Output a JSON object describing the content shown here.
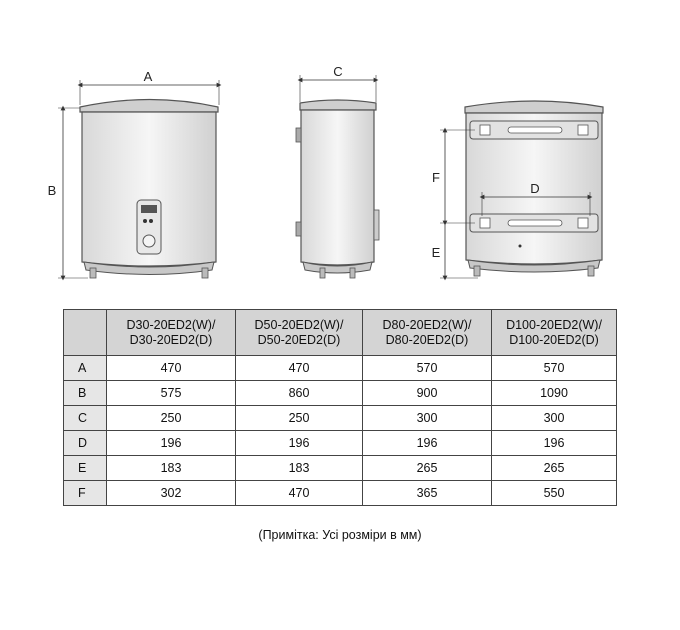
{
  "drawing": {
    "front": {
      "label_width": "A",
      "label_height": "B"
    },
    "side": {
      "label_depth": "C"
    },
    "rear": {
      "label_bracket_spacing": "D",
      "label_top_mount": "F",
      "label_bottom_mount": "E"
    }
  },
  "table": {
    "columns": [
      {
        "line1": "D30-20ED2(W)/",
        "line2": "D30-20ED2(D)"
      },
      {
        "line1": "D50-20ED2(W)/",
        "line2": "D50-20ED2(D)"
      },
      {
        "line1": "D80-20ED2(W)/",
        "line2": "D80-20ED2(D)"
      },
      {
        "line1": "D100-20ED2(W)/",
        "line2": "D100-20ED2(D)"
      }
    ],
    "rows": [
      {
        "label": "A",
        "values": [
          "470",
          "470",
          "570",
          "570"
        ]
      },
      {
        "label": "B",
        "values": [
          "575",
          "860",
          "900",
          "1090"
        ]
      },
      {
        "label": "C",
        "values": [
          "250",
          "250",
          "300",
          "300"
        ]
      },
      {
        "label": "D",
        "values": [
          "196",
          "196",
          "196",
          "196"
        ]
      },
      {
        "label": "E",
        "values": [
          "183",
          "183",
          "265",
          "265"
        ]
      },
      {
        "label": "F",
        "values": [
          "302",
          "470",
          "365",
          "550"
        ]
      }
    ]
  },
  "note": "(Примітка: Усі розміри в мм)"
}
